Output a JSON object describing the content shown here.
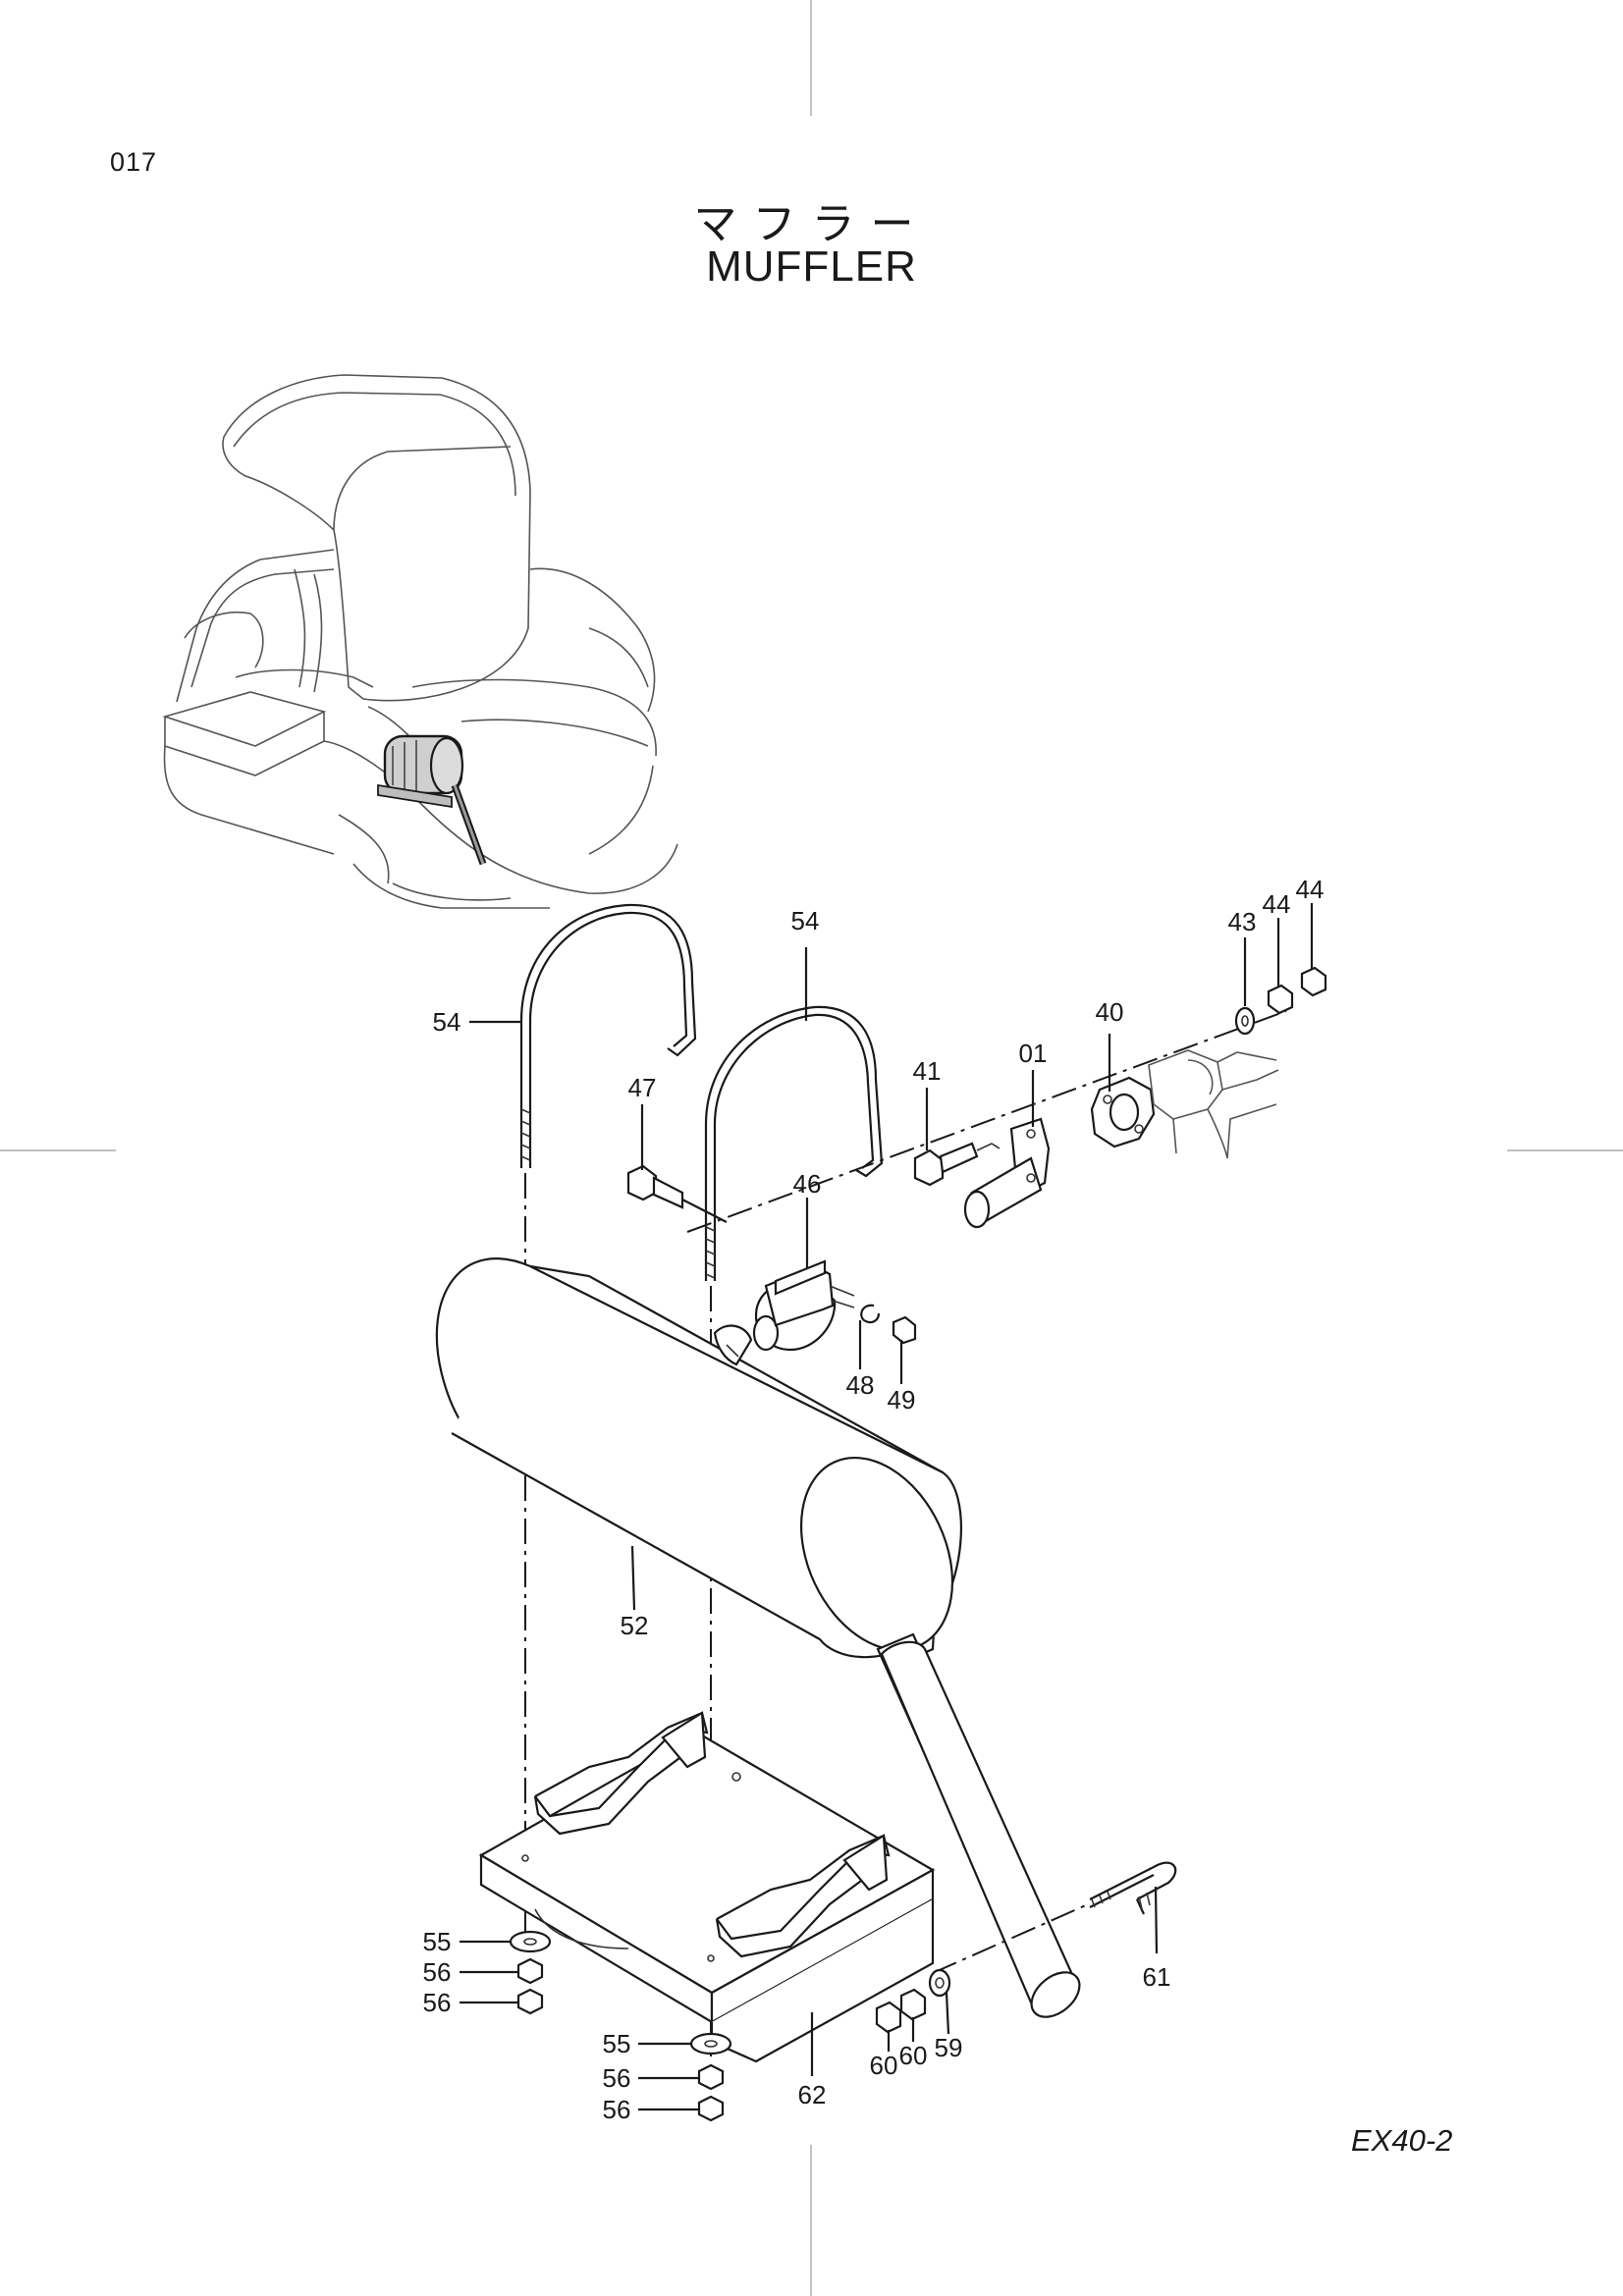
{
  "page_number": "017",
  "title_jp": "マフラー",
  "title_en": "MUFFLER",
  "model": "EX40-2",
  "callouts": [
    {
      "id": "01",
      "label": "01"
    },
    {
      "id": "40",
      "label": "40"
    },
    {
      "id": "41",
      "label": "41"
    },
    {
      "id": "43",
      "label": "43"
    },
    {
      "id": "44a",
      "label": "44"
    },
    {
      "id": "44b",
      "label": "44"
    },
    {
      "id": "46",
      "label": "46"
    },
    {
      "id": "47",
      "label": "47"
    },
    {
      "id": "48",
      "label": "48"
    },
    {
      "id": "49",
      "label": "49"
    },
    {
      "id": "52",
      "label": "52"
    },
    {
      "id": "54a",
      "label": "54"
    },
    {
      "id": "54b",
      "label": "54"
    },
    {
      "id": "55a",
      "label": "55"
    },
    {
      "id": "55b",
      "label": "55"
    },
    {
      "id": "56a",
      "label": "56"
    },
    {
      "id": "56b",
      "label": "56"
    },
    {
      "id": "56c",
      "label": "56"
    },
    {
      "id": "56d",
      "label": "56"
    },
    {
      "id": "59",
      "label": "59"
    },
    {
      "id": "60a",
      "label": "60"
    },
    {
      "id": "60b",
      "label": "60"
    },
    {
      "id": "61",
      "label": "61"
    },
    {
      "id": "62",
      "label": "62"
    }
  ]
}
